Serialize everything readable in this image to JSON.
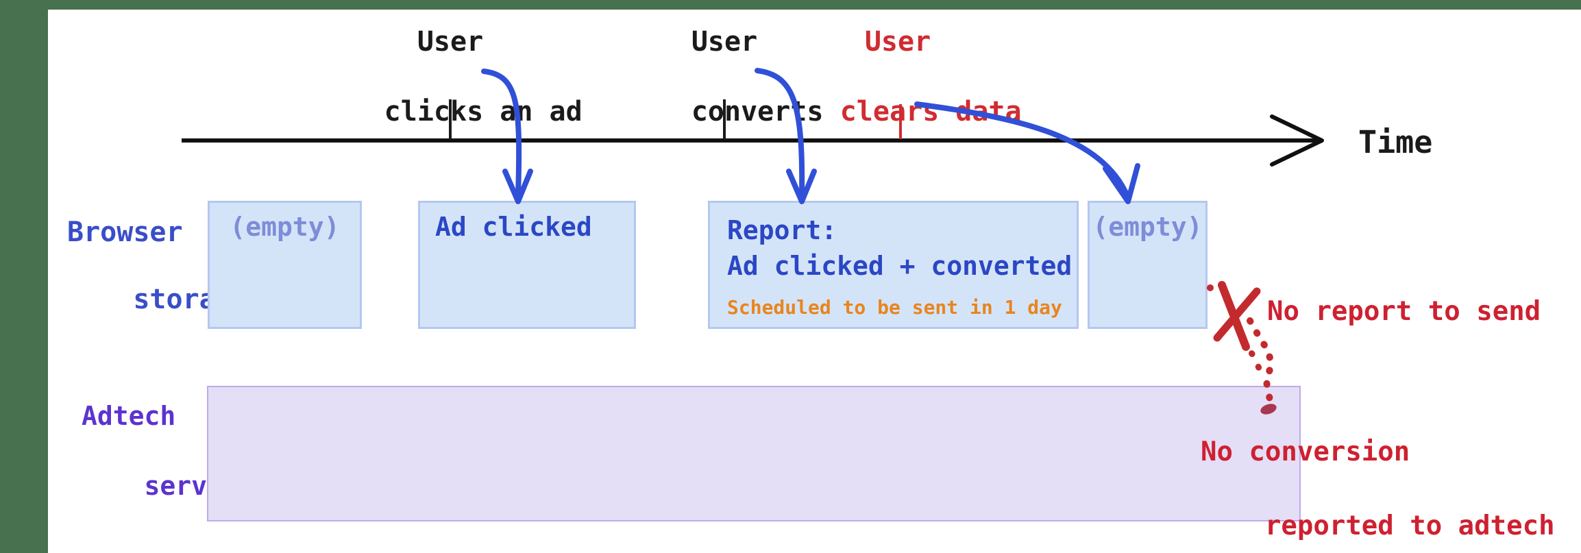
{
  "colors": {
    "frame_green": "#47714f",
    "background": "#ffffff",
    "timeline_black": "#111111",
    "event_red": "#d02c31",
    "arrow_blue": "#3050d8",
    "storage_label_blue": "#3a4ec8",
    "box_fill_blue": "#d4e4f8",
    "box_border_blue": "#b5c7ef",
    "box_text_blue": "#2b47c5",
    "empty_text_blue": "#7e8dd8",
    "note_orange": "#e8851e",
    "server_label_purple": "#5c33d0",
    "server_fill_purple": "#e4def7",
    "server_border_purple": "#bfa9ec",
    "annotation_red": "#ce2130"
  },
  "timeline": {
    "axis_label": "Time",
    "events": [
      {
        "line1": "User",
        "line2": "clicks an ad"
      },
      {
        "line1": "User",
        "line2": "converts"
      },
      {
        "line1": "User",
        "line2": "clears data"
      }
    ]
  },
  "rows": {
    "storage": {
      "label_line1": "Browser",
      "label_line2": "storage"
    },
    "server": {
      "label_line1": "Adtech",
      "label_line2": "server"
    }
  },
  "storage_boxes": {
    "box1": {
      "text": "(empty)"
    },
    "box2": {
      "text": "Ad clicked"
    },
    "box3": {
      "title": "Report:",
      "subtitle": "Ad clicked + converted",
      "note": "Scheduled to be sent in 1 day"
    },
    "box4": {
      "text": "(empty)"
    }
  },
  "annotations": {
    "no_report": "No report to send",
    "no_conversion_line1": "No conversion",
    "no_conversion_line2": "reported to adtech"
  }
}
